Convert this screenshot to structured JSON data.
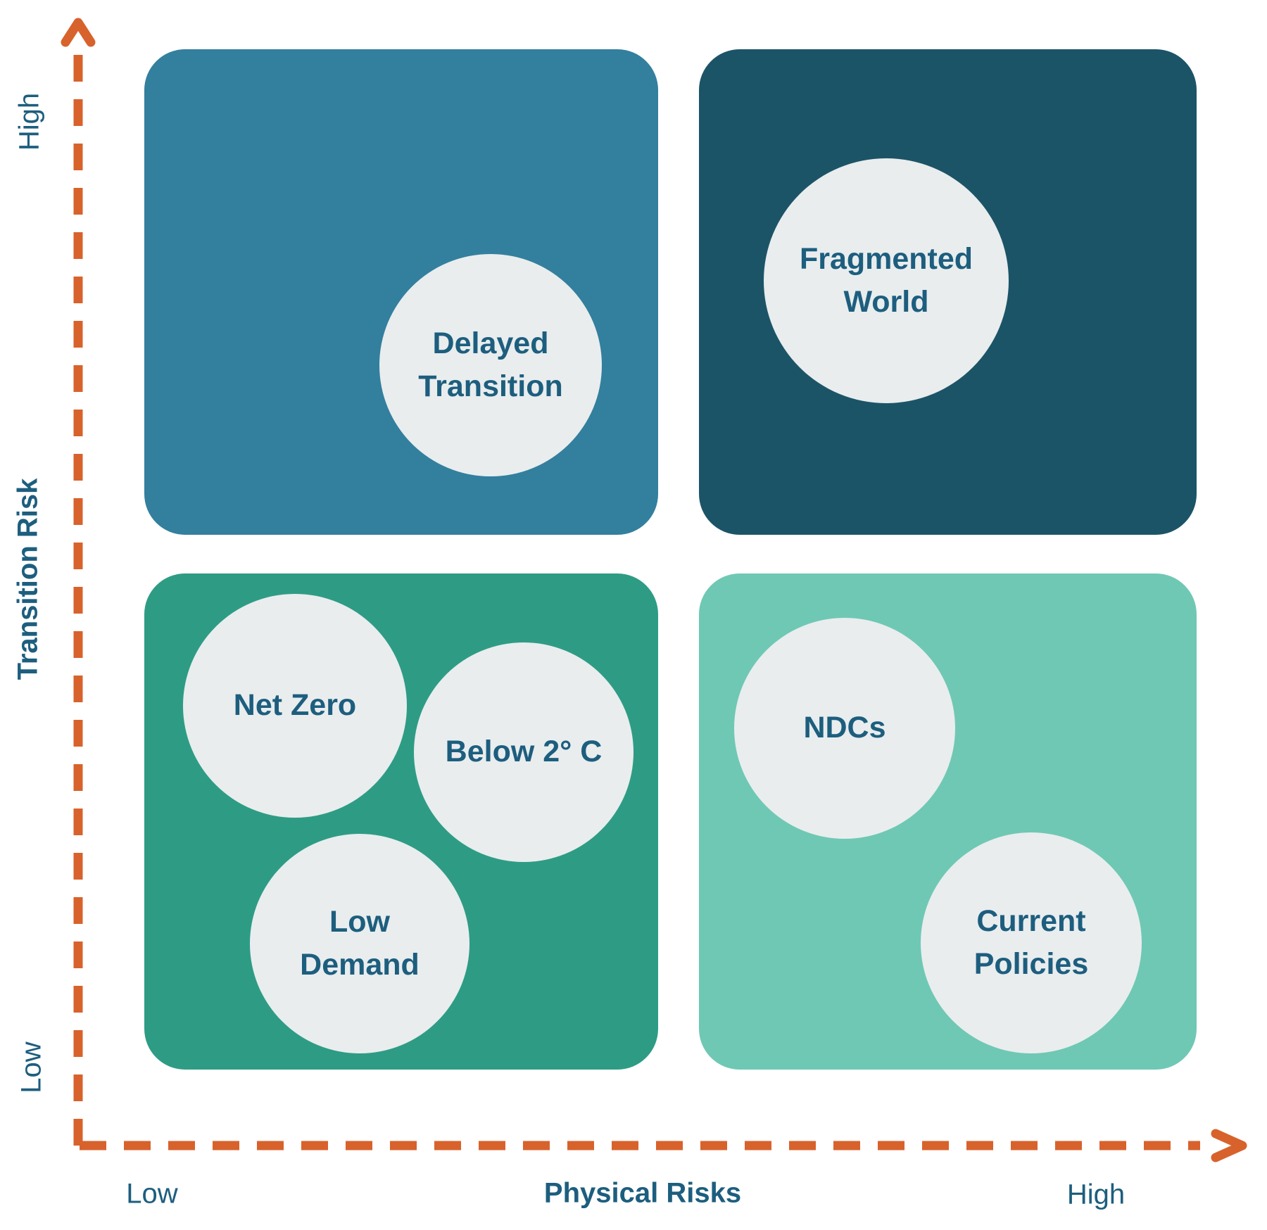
{
  "diagram": {
    "type": "quadrant-matrix",
    "subject": "climate scenarios by transition and physical risk"
  },
  "axes": {
    "y": {
      "title": "Transition Risk",
      "high": "High",
      "low": "Low"
    },
    "x": {
      "title": "Physical Risks",
      "low": "Low",
      "high": "High"
    }
  },
  "quadrants": {
    "top_left": {
      "transition_risk": "High",
      "physical_risk": "Low",
      "color": "#337F9E",
      "scenarios": [
        "Delayed Transition"
      ]
    },
    "top_right": {
      "transition_risk": "High",
      "physical_risk": "High",
      "color": "#1C5467",
      "scenarios": [
        "Fragmented World"
      ]
    },
    "bottom_left": {
      "transition_risk": "Low",
      "physical_risk": "Low",
      "color": "#2E9C84",
      "scenarios": [
        "Net Zero",
        "Below 2° C",
        "Low Demand"
      ]
    },
    "bottom_right": {
      "transition_risk": "Low",
      "physical_risk": "High",
      "color": "#6FC8B4",
      "scenarios": [
        "NDCs",
        "Current Policies"
      ]
    }
  },
  "colors": {
    "quadrant_top_left": "#337F9E",
    "quadrant_top_right": "#1C5467",
    "quadrant_bottom_left": "#2E9C84",
    "quadrant_bottom_right": "#6FC8B4",
    "scenario_bubble_fill": "#E9EDEE",
    "label_text": "#1D5E7E",
    "axis_arrow": "#D8622C",
    "background": "#FFFFFF"
  }
}
